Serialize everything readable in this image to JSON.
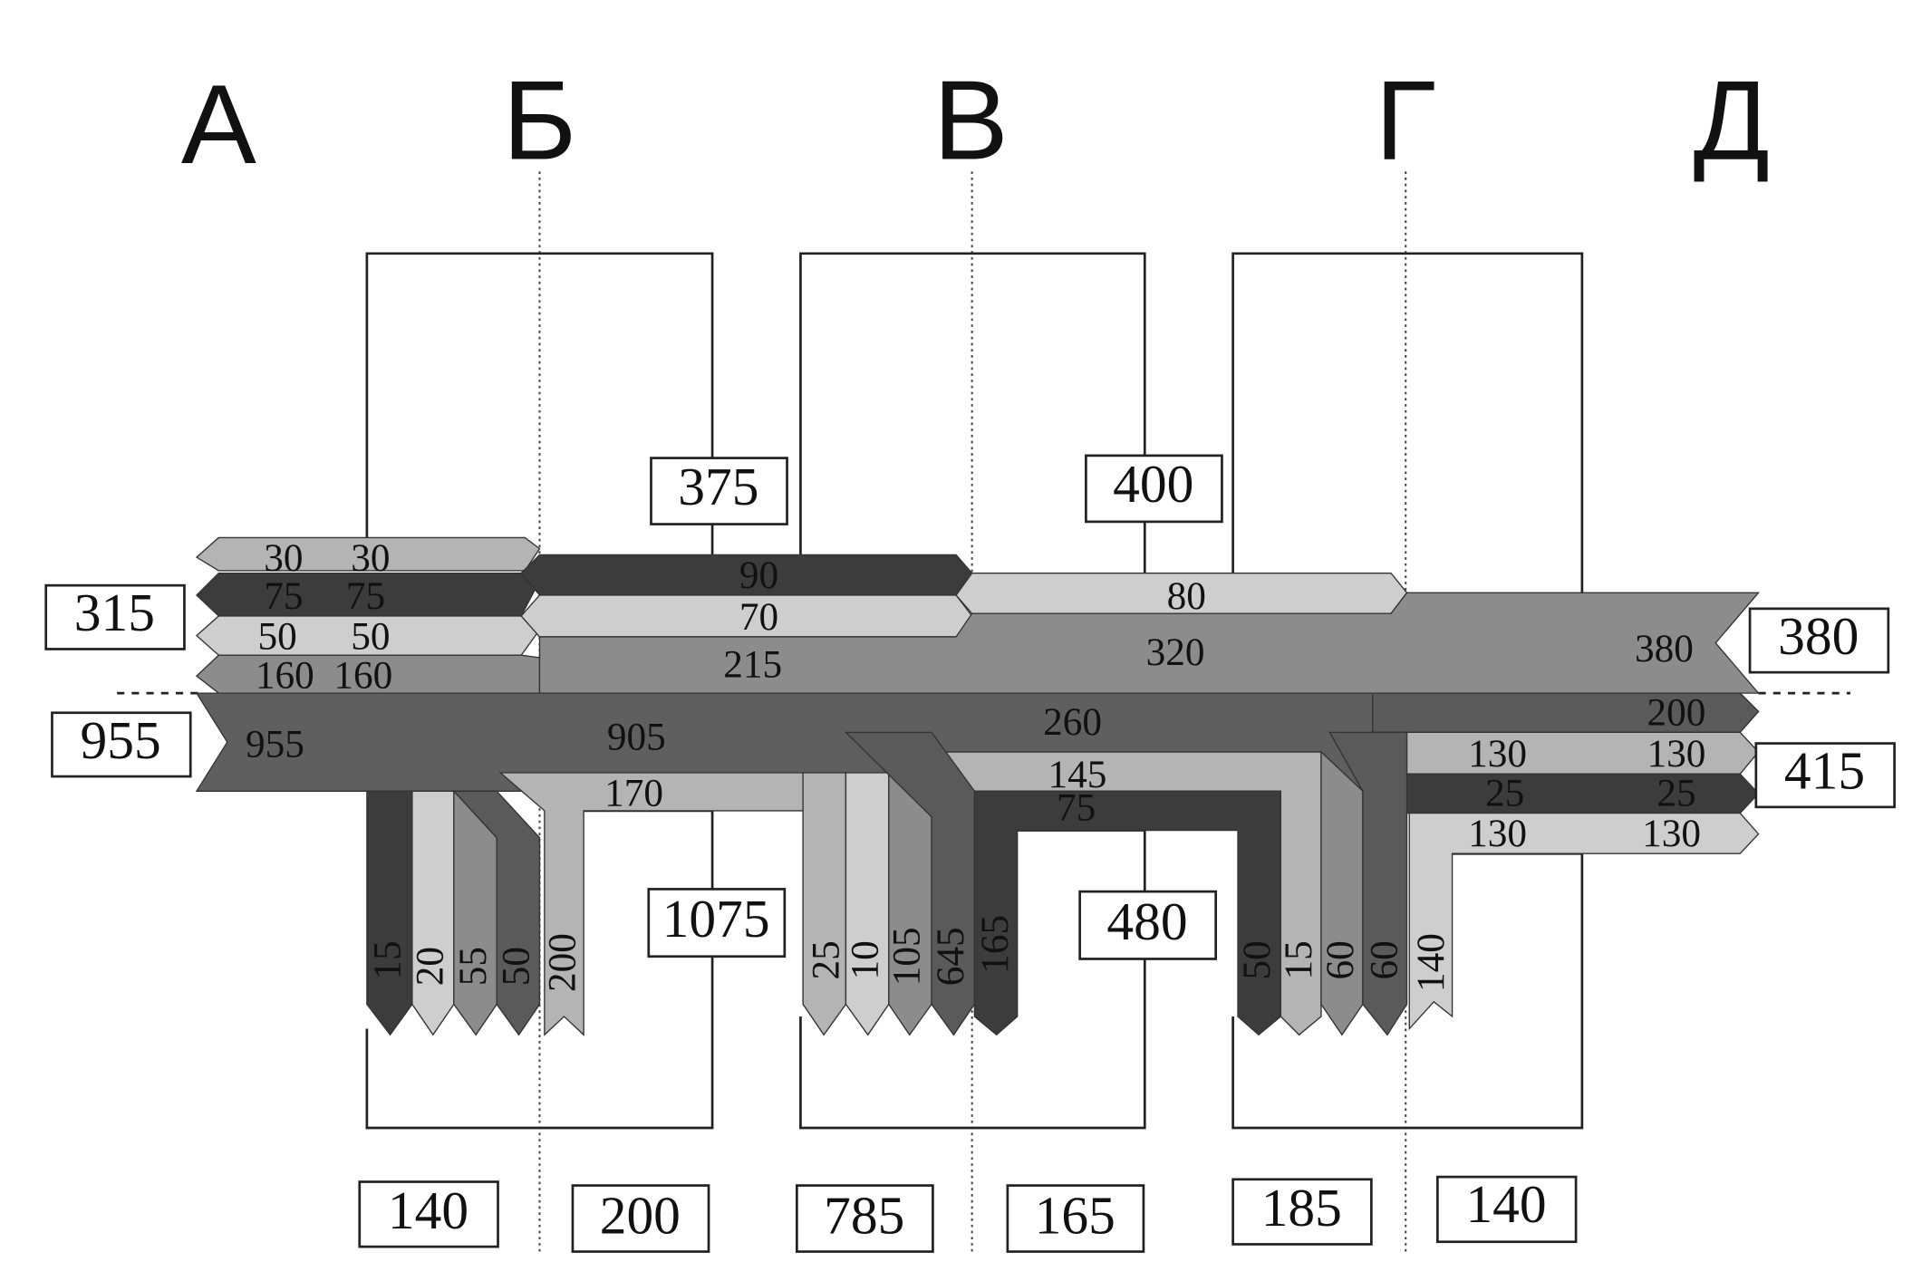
{
  "columns": [
    "А",
    "Б",
    "В",
    "Г",
    "Д"
  ],
  "boxes": [
    "315",
    "955",
    "375",
    "400",
    "380",
    "415",
    "1075",
    "480",
    "140",
    "200",
    "785",
    "165",
    "185",
    "140"
  ],
  "flow_values": {
    "in30": [
      "30",
      "30"
    ],
    "in75": [
      "75",
      "75"
    ],
    "in50": [
      "50",
      "50"
    ],
    "in160": [
      "160",
      "160"
    ],
    "mid": [
      "90",
      "70",
      "215",
      "80",
      "320",
      "380"
    ],
    "main": [
      "955",
      "905",
      "260",
      "200",
      "130",
      "130",
      "25",
      "25",
      "130",
      "130",
      "170",
      "145",
      "75"
    ],
    "drops1": [
      "15",
      "20",
      "55",
      "50",
      "200"
    ],
    "drops2": [
      "25",
      "10",
      "105",
      "645",
      "165"
    ],
    "drops3": [
      "50",
      "15",
      "60",
      "60",
      "140"
    ]
  },
  "colors": {
    "dark": "#3c3c3c",
    "darkmid": "#5a5a5a",
    "mid": "#7e7e7e",
    "light": "#b4b4b4",
    "pale": "#cecece"
  }
}
